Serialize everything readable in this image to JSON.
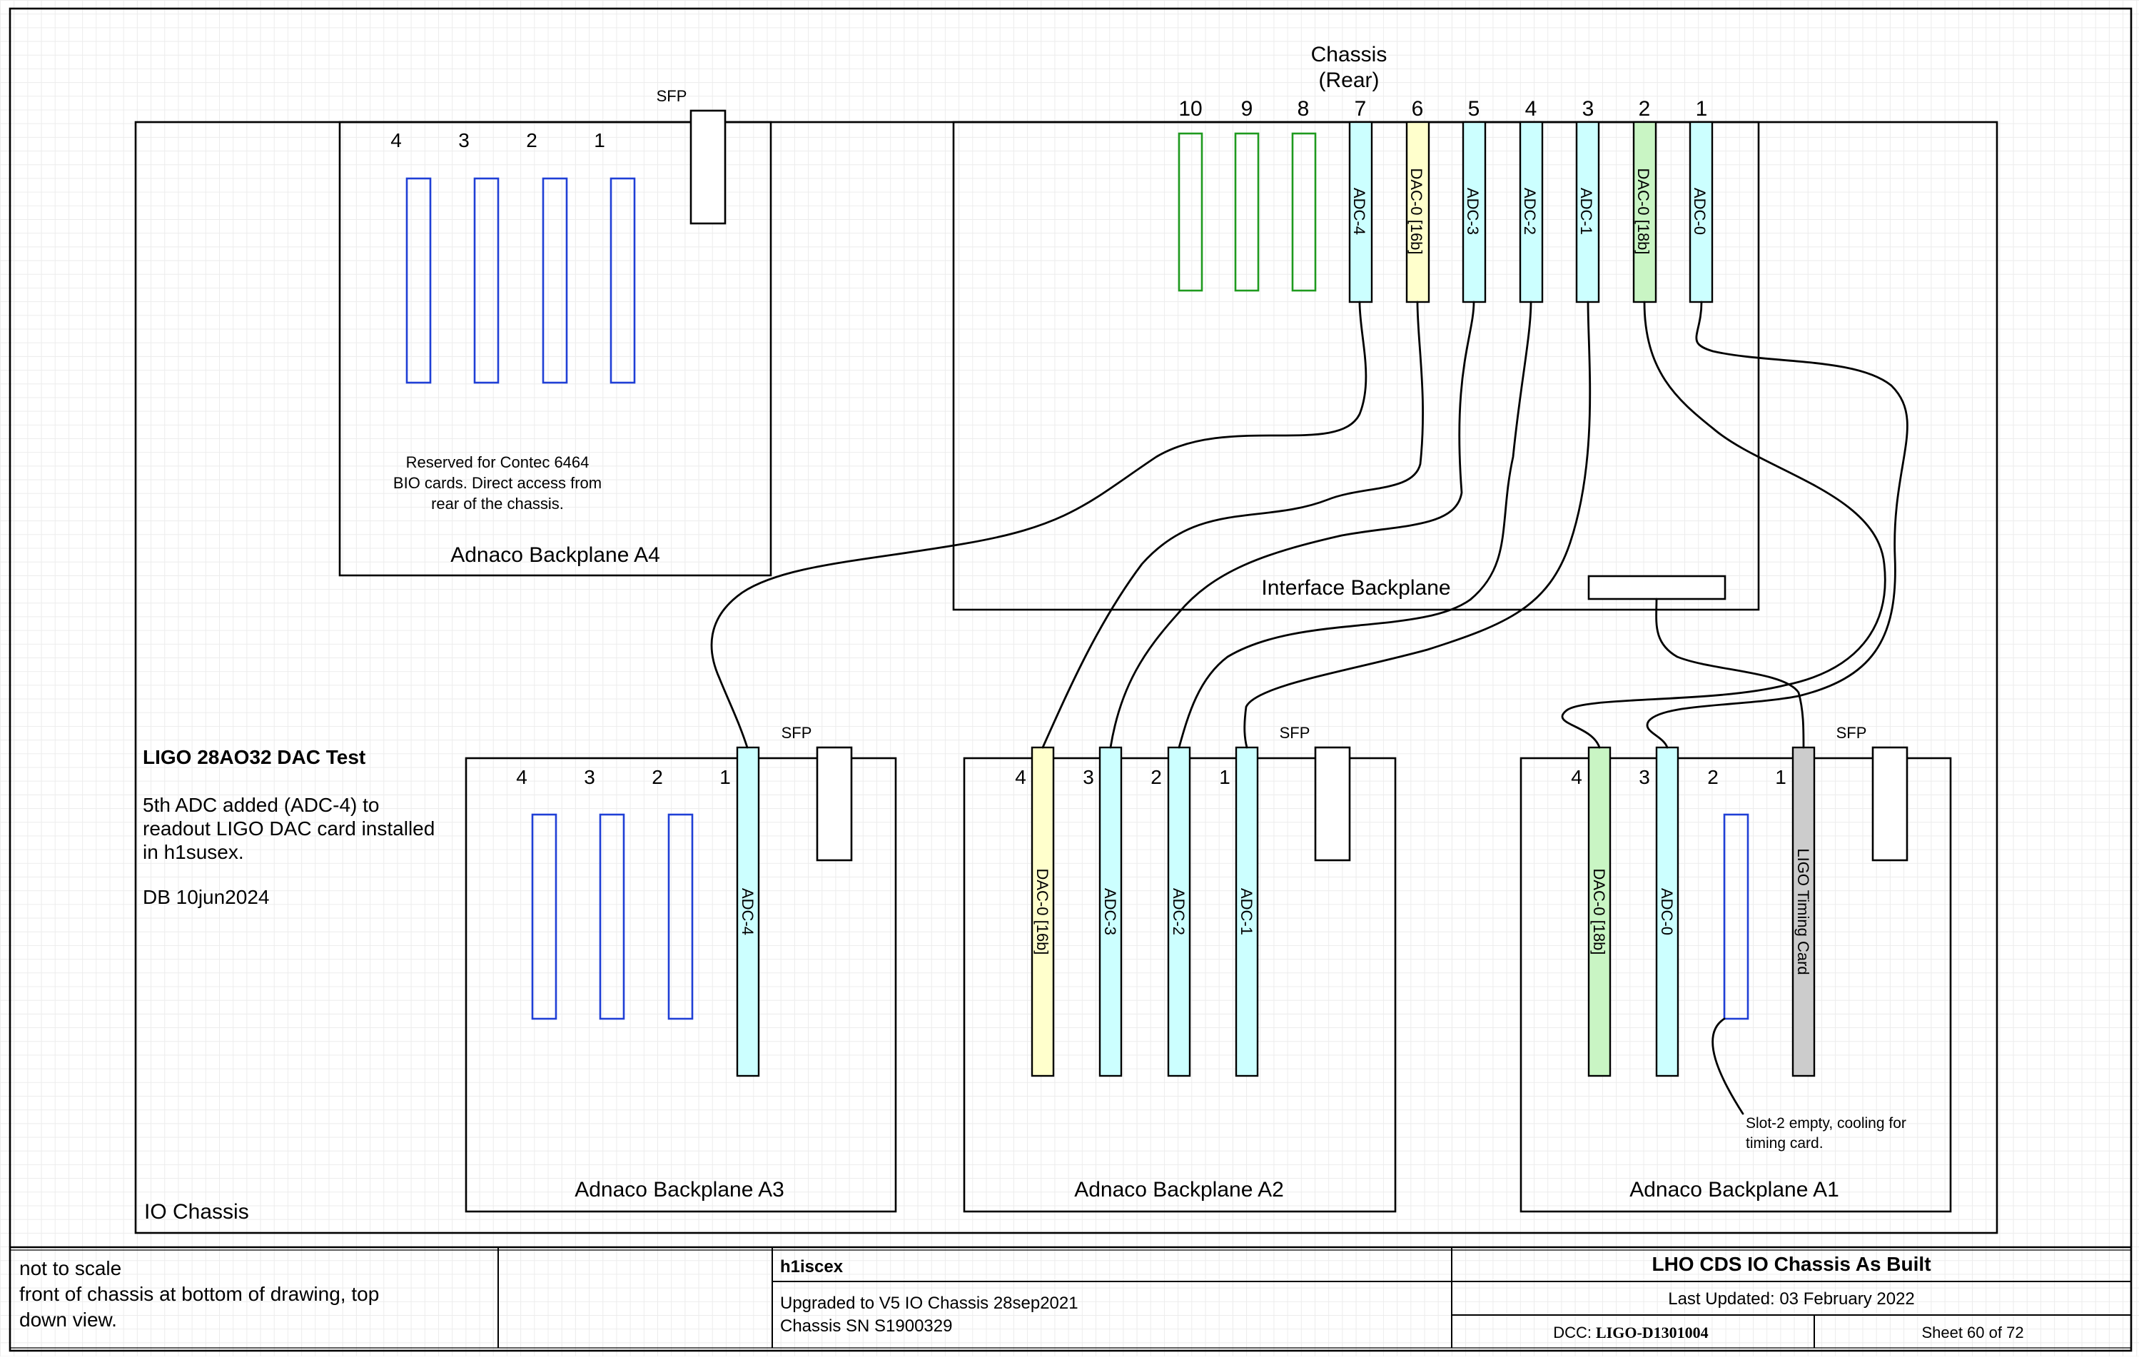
{
  "chassis_header": {
    "line1": "Chassis",
    "line2": "(Rear)"
  },
  "io_chassis_label": "IO Chassis",
  "backplanes": {
    "a4": {
      "title": "Adnaco Backplane A4",
      "sfp": "SFP",
      "slots": [
        "4",
        "3",
        "2",
        "1"
      ],
      "note": [
        "Reserved for Contec 6464",
        "BIO cards. Direct access from",
        "rear of the chassis."
      ]
    },
    "interface": {
      "title": "Interface Backplane",
      "slot_numbers": [
        "10",
        "9",
        "8",
        "7",
        "6",
        "5",
        "4",
        "3",
        "2",
        "1"
      ],
      "cards": [
        "ADC-4",
        "DAC-0 [16b]",
        "ADC-3",
        "ADC-2",
        "ADC-1",
        "DAC-0 [18b]",
        "ADC-0"
      ]
    },
    "a3": {
      "title": "Adnaco Backplane A3",
      "sfp": "SFP",
      "slots": [
        "4",
        "3",
        "2",
        "1"
      ],
      "cards": [
        "ADC-4"
      ]
    },
    "a2": {
      "title": "Adnaco Backplane A2",
      "sfp": "SFP",
      "slots": [
        "4",
        "3",
        "2",
        "1"
      ],
      "cards": [
        "DAC-0 [16b]",
        "ADC-3",
        "ADC-2",
        "ADC-1"
      ]
    },
    "a1": {
      "title": "Adnaco Backplane A1",
      "sfp": "SFP",
      "slots": [
        "4",
        "3",
        "2",
        "1"
      ],
      "cards": [
        "DAC-0 [18b]",
        "ADC-0",
        "LIGO Timing Card"
      ],
      "note": [
        "Slot-2 empty, cooling for",
        "timing card."
      ]
    }
  },
  "notes": {
    "title": "LIGO 28AO32 DAC Test",
    "lines": [
      "5th ADC added (ADC-4) to",
      "readout LIGO DAC card installed",
      "in h1susex."
    ],
    "signature": "DB 10jun2024"
  },
  "title_block": {
    "scale_note": [
      "not to scale",
      "front of chassis at bottom of drawing, top",
      "down view."
    ],
    "host": "h1iscex",
    "upgrade": "Upgraded to V5 IO Chassis 28sep2021",
    "serial": "Chassis SN S1900329",
    "doc_title": "LHO CDS IO Chassis As Built",
    "last_updated": "Last Updated: 03 February 2022",
    "dcc_label": "DCC:",
    "dcc_number": "LIGO-D1301004",
    "sheet": "Sheet 60 of 72"
  },
  "colors": {
    "adc": "#ccffff",
    "dac_16b": "#ffffcc",
    "dac_18b": "#c9f5c4",
    "timing": "#cccccc",
    "empty_adnaco_slot": "#1f3fd6",
    "empty_interface_slot": "#1e9a1e"
  }
}
